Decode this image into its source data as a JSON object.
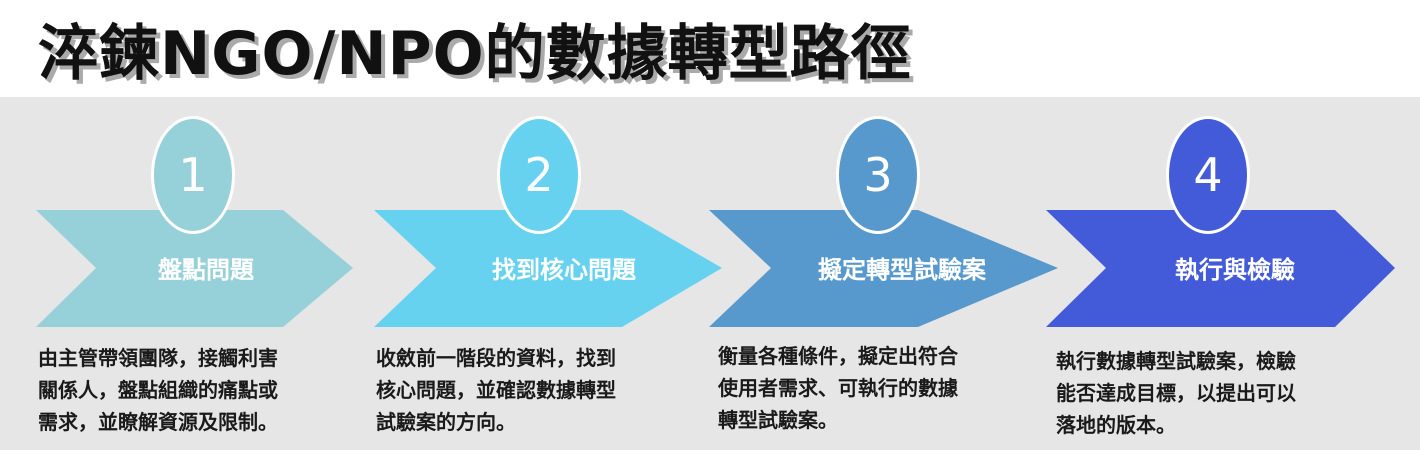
{
  "title": "淬鍊NGO/NPO的數據轉型路徑",
  "colors": {
    "background_panel": "#e6e6e6",
    "step1": "#96d0d8",
    "step2": "#66d2f0",
    "step3": "#5799cc",
    "step4": "#445bd9",
    "circle_border": "#ffffff",
    "text_dark": "#1a1a1a"
  },
  "steps": [
    {
      "number": "1",
      "label": "盤點問題",
      "description_lines": [
        "由主管帶領團隊，接觸利害",
        "關係人，盤點組織的痛點或",
        "需求，並瞭解資源及限制。"
      ]
    },
    {
      "number": "2",
      "label": "找到核心問題",
      "description_lines": [
        "收斂前一階段的資料，找到",
        "核心問題，並確認數據轉型",
        "試驗案的方向。"
      ]
    },
    {
      "number": "3",
      "label": "擬定轉型試驗案",
      "description_lines": [
        "衡量各種條件，擬定出符合",
        "使用者需求、可執行的數據",
        "轉型試驗案。"
      ]
    },
    {
      "number": "4",
      "label": "執行與檢驗",
      "description_lines": [
        "執行數據轉型試驗案，檢驗",
        "能否達成目標，以提出可以",
        "落地的版本。"
      ]
    }
  ]
}
